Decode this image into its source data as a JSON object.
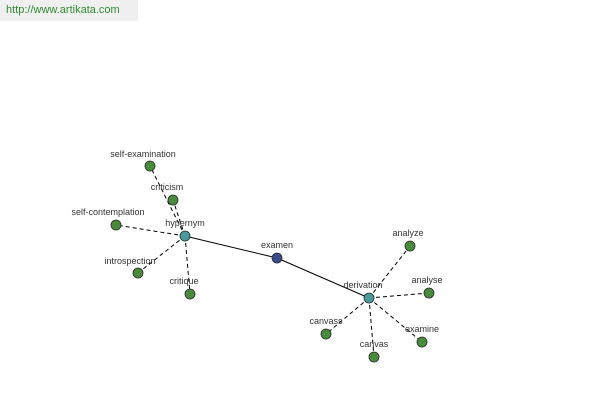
{
  "header": {
    "url": "http://www.artikata.com"
  },
  "colors": {
    "leaf": "#4a8a3c",
    "hub": "#4a9a9a",
    "center": "#3a4a8a",
    "edge": "#000000",
    "url_text": "#2f8a2f",
    "url_bg": "#f0f0f0"
  },
  "graph": {
    "center": {
      "id": "examen",
      "label": "examen"
    },
    "hubs": [
      {
        "id": "hypernym",
        "label": "hypernym"
      },
      {
        "id": "derivation",
        "label": "derivation"
      }
    ],
    "leaves": [
      {
        "id": "self-examination",
        "label": "self-examination",
        "parent": "hypernym"
      },
      {
        "id": "criticism",
        "label": "criticism",
        "parent": "hypernym"
      },
      {
        "id": "self-contemplation",
        "label": "self-contemplation",
        "parent": "hypernym"
      },
      {
        "id": "introspection",
        "label": "introspection",
        "parent": "hypernym"
      },
      {
        "id": "critique",
        "label": "critique",
        "parent": "hypernym"
      },
      {
        "id": "analyze",
        "label": "analyze",
        "parent": "derivation"
      },
      {
        "id": "analyse",
        "label": "analyse",
        "parent": "derivation"
      },
      {
        "id": "canvass",
        "label": "canvass",
        "parent": "derivation"
      },
      {
        "id": "canvas",
        "label": "canvas",
        "parent": "derivation"
      },
      {
        "id": "examine",
        "label": "examine",
        "parent": "derivation"
      }
    ]
  }
}
